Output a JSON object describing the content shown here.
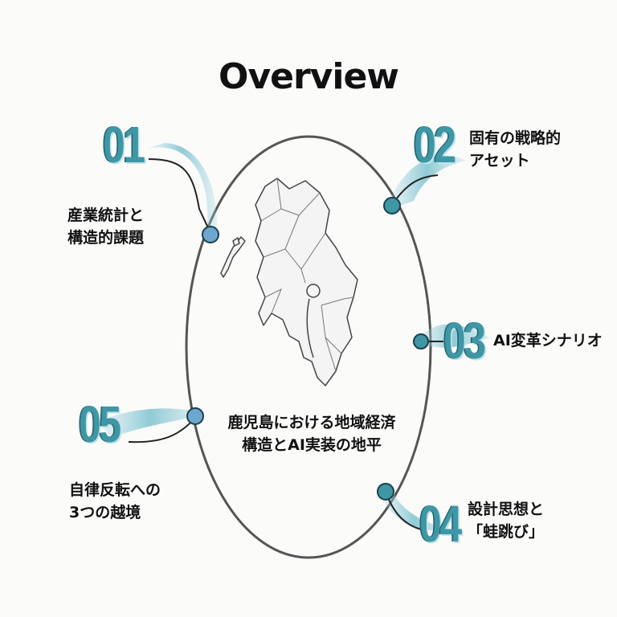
{
  "title": "Overview",
  "center": {
    "line1": "鹿児島における地域経済",
    "line2": "構造とAI実装の地平"
  },
  "items": [
    {
      "number": "01",
      "line1": "産業統計と",
      "line2": "構造的課題"
    },
    {
      "number": "02",
      "line1": "固有の戦略的",
      "line2": "アセット"
    },
    {
      "number": "03",
      "line1": "AI変革シナリオ",
      "line2": ""
    },
    {
      "number": "04",
      "line1": "設計思想と",
      "line2": "「蛙跳び」"
    },
    {
      "number": "05",
      "line1": "自律反転への",
      "line2": "3つの越境"
    }
  ],
  "colors": {
    "accent": "#3f97a6",
    "accent_light": "#9fd3de",
    "node": "#5f9fc8",
    "ring": "#555555"
  }
}
